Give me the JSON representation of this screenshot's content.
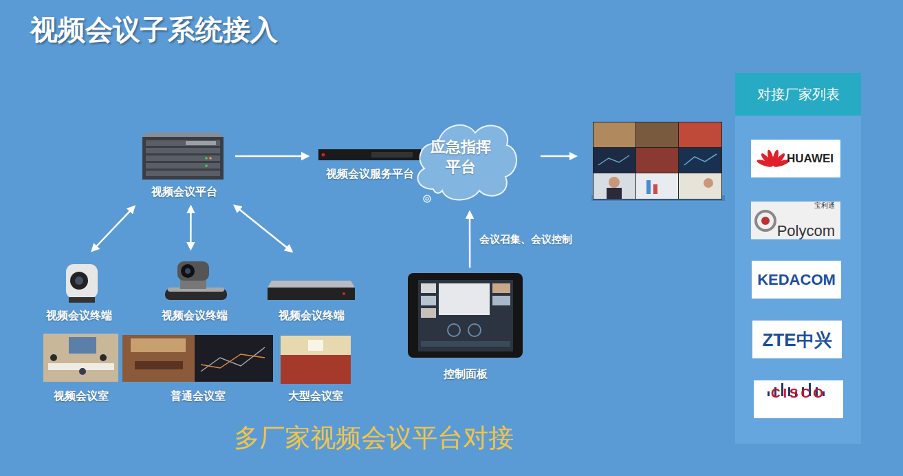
{
  "diagram": {
    "title": "视频会议子系统接入",
    "caption": "多厂家视频会议平台对接",
    "nodes": [
      {
        "text": [
          "视频会议平台"
        ]
      },
      {
        "text": [
          "视频会议服务平台"
        ]
      },
      {
        "text": [
          "应急指挥 平台"
        ]
      },
      {
        "text": [
          "对接厂家列表"
        ]
      },
      {
        "text": [
          "HUAWEI"
        ],
        "in": 3
      },
      {
        "text": [
          "宝利通",
          "Polycom"
        ],
        "in": 3
      },
      {
        "text": [
          "KEDACOM"
        ],
        "in": 3
      },
      {
        "text": [
          "ZTE中兴"
        ],
        "in": 3
      },
      {
        "text": [
          "CISCO"
        ],
        "in": 3
      },
      {
        "text": [
          "视频会议终端"
        ]
      },
      {
        "text": [
          "视频会议终端"
        ]
      },
      {
        "text": [
          "视频会议终端"
        ]
      },
      {
        "text": [
          "控制面板"
        ]
      },
      {
        "text": [
          "视频会议室"
        ]
      },
      {
        "text": [
          "普通会议室"
        ]
      },
      {
        "text": [
          "大型会议室"
        ]
      }
    ],
    "edges": [
      {
        "from": 0,
        "to": 1,
        "arrow": "to"
      },
      {
        "from": 0,
        "to": 9,
        "arrow": "both"
      },
      {
        "from": 0,
        "to": 10,
        "arrow": "both"
      },
      {
        "from": 0,
        "to": 11,
        "arrow": "both"
      },
      {
        "from": 12,
        "to": 2,
        "arrow": "to",
        "label": "会议召集、会议控制"
      }
    ]
  }
}
